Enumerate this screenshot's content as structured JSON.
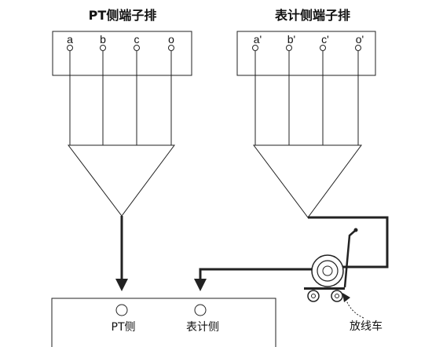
{
  "left_block": {
    "title": "PT侧端子排",
    "terminals": [
      "a",
      "b",
      "c",
      "o"
    ]
  },
  "right_block": {
    "title": "表计侧端子排",
    "terminals": [
      "a'",
      "b'",
      "c'",
      "o'"
    ]
  },
  "bottom_panel": {
    "pt_label": "PT侧",
    "meter_label": "表计侧"
  },
  "reel_label": "放线车"
}
